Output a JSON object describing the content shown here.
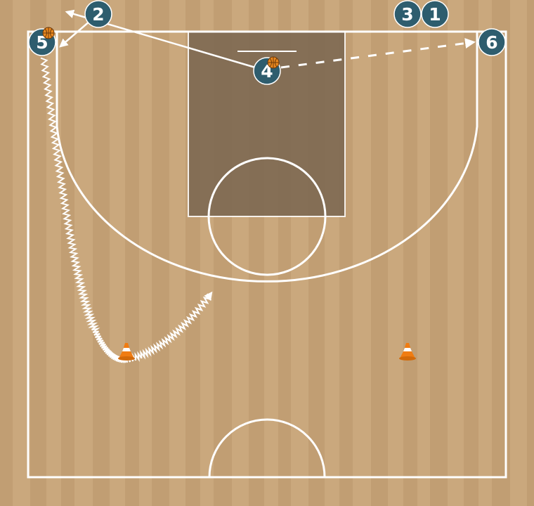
{
  "colors": {
    "floor": "#c6a479",
    "floor_stripe_dark": "#b8946a",
    "floor_stripe_light": "#d2b188",
    "paint": "#7a6650",
    "lines": "#ffffff",
    "player_fill": "#2e5d6e",
    "ball": "#e8871e",
    "cone": "#f07c12"
  },
  "players": [
    {
      "id": "player-2",
      "label": "2",
      "has_ball": false
    },
    {
      "id": "player-3",
      "label": "3",
      "has_ball": false
    },
    {
      "id": "player-1",
      "label": "1",
      "has_ball": false
    },
    {
      "id": "player-5",
      "label": "5",
      "has_ball": true
    },
    {
      "id": "player-4",
      "label": "4",
      "has_ball": true
    },
    {
      "id": "player-6",
      "label": "6",
      "has_ball": false
    }
  ],
  "actions": [
    {
      "type": "cut",
      "from": "4",
      "to": "2-corner"
    },
    {
      "type": "cut",
      "from": "2",
      "to": "5"
    },
    {
      "type": "pass",
      "from": "4",
      "to": "6"
    },
    {
      "type": "dribble",
      "from": "5",
      "to": "top-of-key"
    }
  ],
  "cones": 2,
  "icons": [
    "basketball-icon",
    "cone-icon"
  ]
}
